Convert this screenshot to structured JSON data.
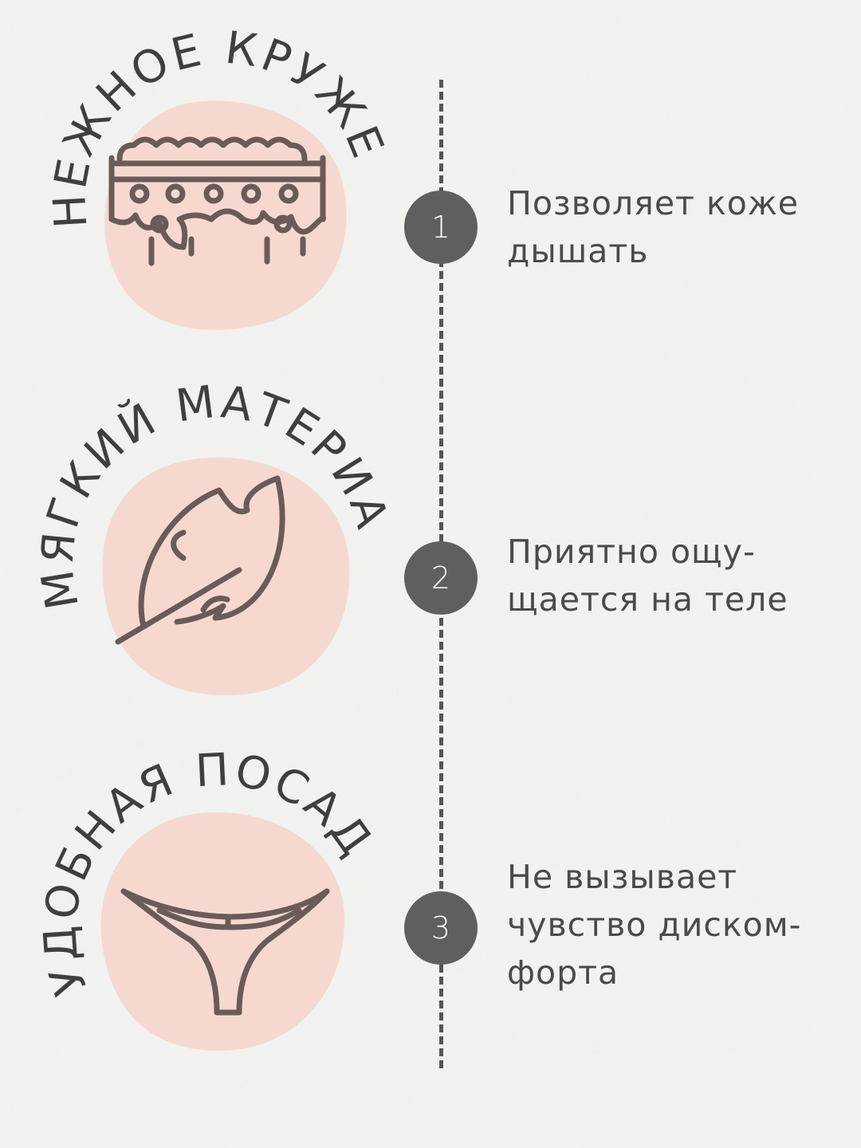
{
  "colors": {
    "background": "#efefed",
    "blob": "#f5d9d0",
    "icon": "#6b5b57",
    "badge": "#5f5f5f",
    "text": "#4a4a4a"
  },
  "features": [
    {
      "title": "НЕЖНОЕ КРУЖЕВО",
      "icon": "lace-icon"
    },
    {
      "title": "МЯГКИЙ МАТЕРИАЛ",
      "icon": "feather-icon"
    },
    {
      "title": "УДОБНАЯ ПОСАДКА",
      "icon": "underwear-icon"
    }
  ],
  "steps": [
    {
      "number": "1",
      "lines": [
        "Позволяет коже",
        "дышать"
      ]
    },
    {
      "number": "2",
      "lines": [
        "Приятно ощу-",
        "щается на теле"
      ]
    },
    {
      "number": "3",
      "lines": [
        "Не вызывает",
        "чувство диском-",
        "форта"
      ]
    }
  ]
}
